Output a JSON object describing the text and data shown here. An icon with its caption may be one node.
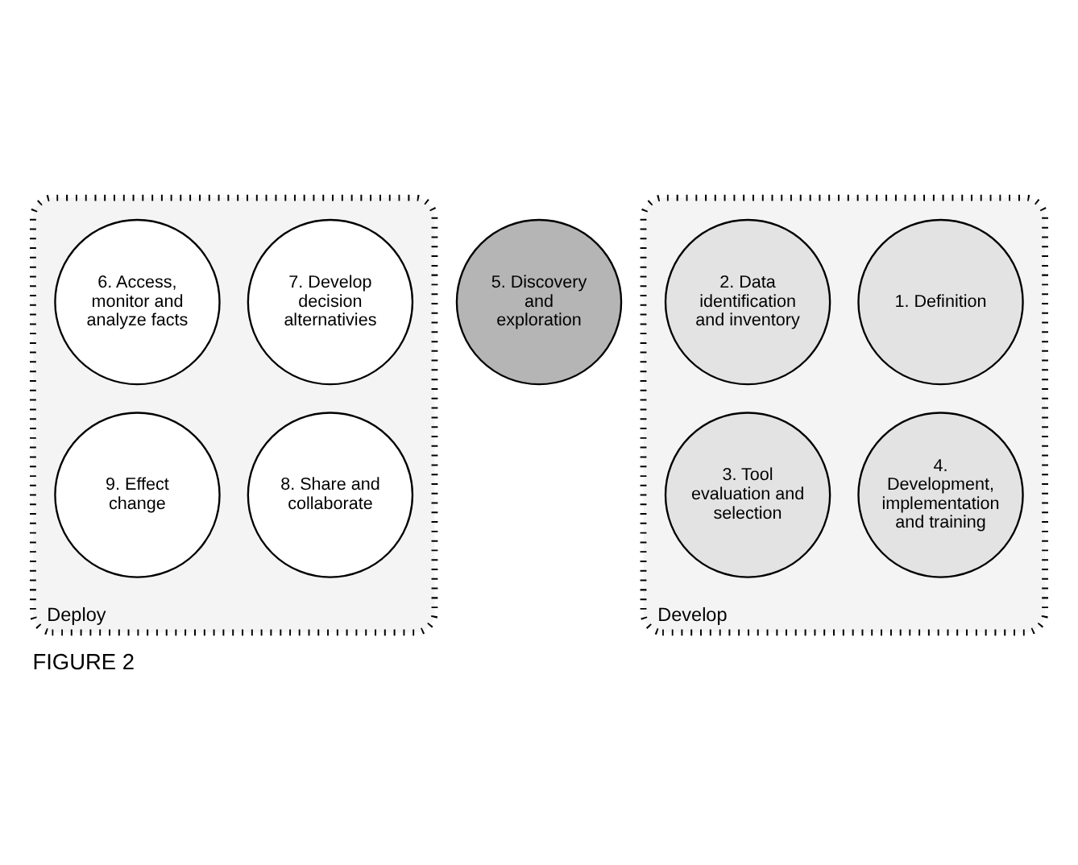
{
  "diagram": {
    "caption": "FIGURE 2",
    "nodes": [
      {
        "text": [
          "Deploy"
        ]
      },
      {
        "text": [
          "7. Develop decision alternativies"
        ],
        "in": 0
      },
      {
        "text": [
          "6. Access, monitor and analyze facts"
        ],
        "in": 0
      },
      {
        "text": [
          "8. Share and collaborate"
        ],
        "in": 0
      },
      {
        "text": [
          "9. Effect change"
        ],
        "in": 0
      },
      {
        "text": [
          "5. Discovery and exploration"
        ]
      },
      {
        "text": [
          "Develop"
        ]
      },
      {
        "text": [
          "1. Definition"
        ],
        "in": 6
      },
      {
        "text": [
          "2. Data identification and inventory"
        ],
        "in": 6
      },
      {
        "text": [
          "4. Development, implementation and training"
        ],
        "in": 6
      },
      {
        "text": [
          "3. Tool evaluation and selection"
        ],
        "in": 6
      }
    ],
    "edges": []
  }
}
